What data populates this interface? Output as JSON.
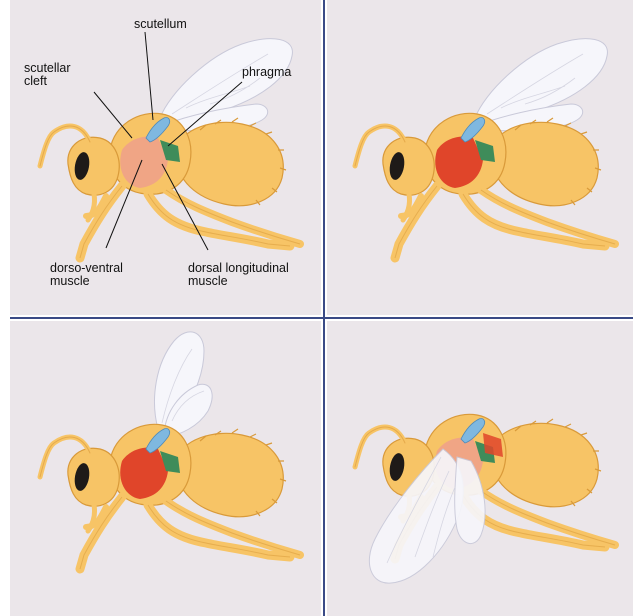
{
  "labels": {
    "scutellum": "scutellum",
    "scutellar_cleft_line1": "scutellar",
    "scutellar_cleft_line2": "cleft",
    "phragma": "phragma",
    "dorso_ventral_line1": "dorso-ventral",
    "dorso_ventral_line2": "muscle",
    "dorsal_longitudinal_line1": "dorsal longitudinal",
    "dorsal_longitudinal_line2": "muscle"
  },
  "colors": {
    "background": "#ebe6ea",
    "divider": "#3a4a86",
    "body": "#f7c466",
    "body_outline": "#d99a3a",
    "eye": "#1e1a18",
    "scutellum": "#7fb8e0",
    "muscle_relaxed": "#f0a585",
    "muscle_contracted": "#e0452a",
    "longitudinal_muscle": "#3f8c5a",
    "wing": "#f6f6fb"
  }
}
